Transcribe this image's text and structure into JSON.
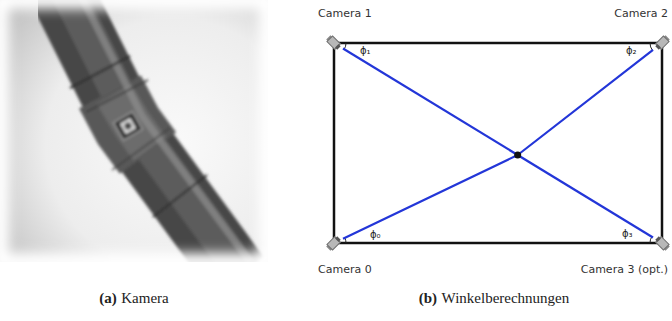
{
  "diagram": {
    "nodes": [
      {
        "text": [
          "Camera 1"
        ]
      },
      {
        "text": [
          "Camera 2"
        ]
      },
      {
        "text": [
          "Camera 0"
        ]
      },
      {
        "text": [
          "Camera 3 (opt.)"
        ]
      }
    ],
    "edges": [
      {
        "from": 0,
        "to": 3,
        "arrow": "none"
      },
      {
        "from": 2,
        "to": 1,
        "arrow": "none"
      }
    ],
    "labels": [
      "ϕ₁",
      "ϕ₂",
      "ϕ₀",
      "ϕ₃",
      "(a)",
      "Kamera",
      "(b)",
      "Winkelberechnungen"
    ]
  }
}
